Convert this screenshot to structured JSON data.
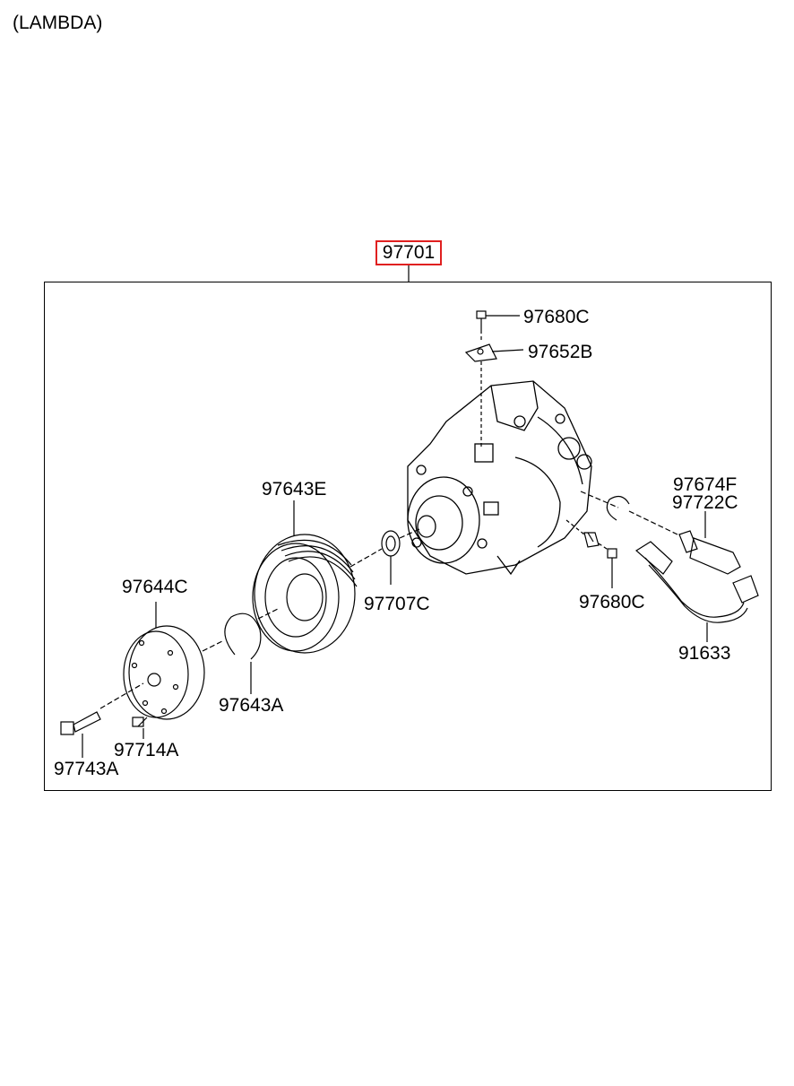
{
  "header": {
    "variant": "(LAMBDA)"
  },
  "assembly": {
    "part_number": "97701",
    "highlight_color": "#e02020"
  },
  "callouts": [
    {
      "id": "97680C_top",
      "text": "97680C"
    },
    {
      "id": "97652B",
      "text": "97652B"
    },
    {
      "id": "97674F",
      "text": "97674F"
    },
    {
      "id": "97722C",
      "text": "97722C"
    },
    {
      "id": "97643E",
      "text": "97643E"
    },
    {
      "id": "97644C",
      "text": "97644C"
    },
    {
      "id": "97707C",
      "text": "97707C"
    },
    {
      "id": "97680C_bottom",
      "text": "97680C"
    },
    {
      "id": "91633",
      "text": "91633"
    },
    {
      "id": "97643A",
      "text": "97643A"
    },
    {
      "id": "97714A",
      "text": "97714A"
    },
    {
      "id": "97743A",
      "text": "97743A"
    }
  ]
}
